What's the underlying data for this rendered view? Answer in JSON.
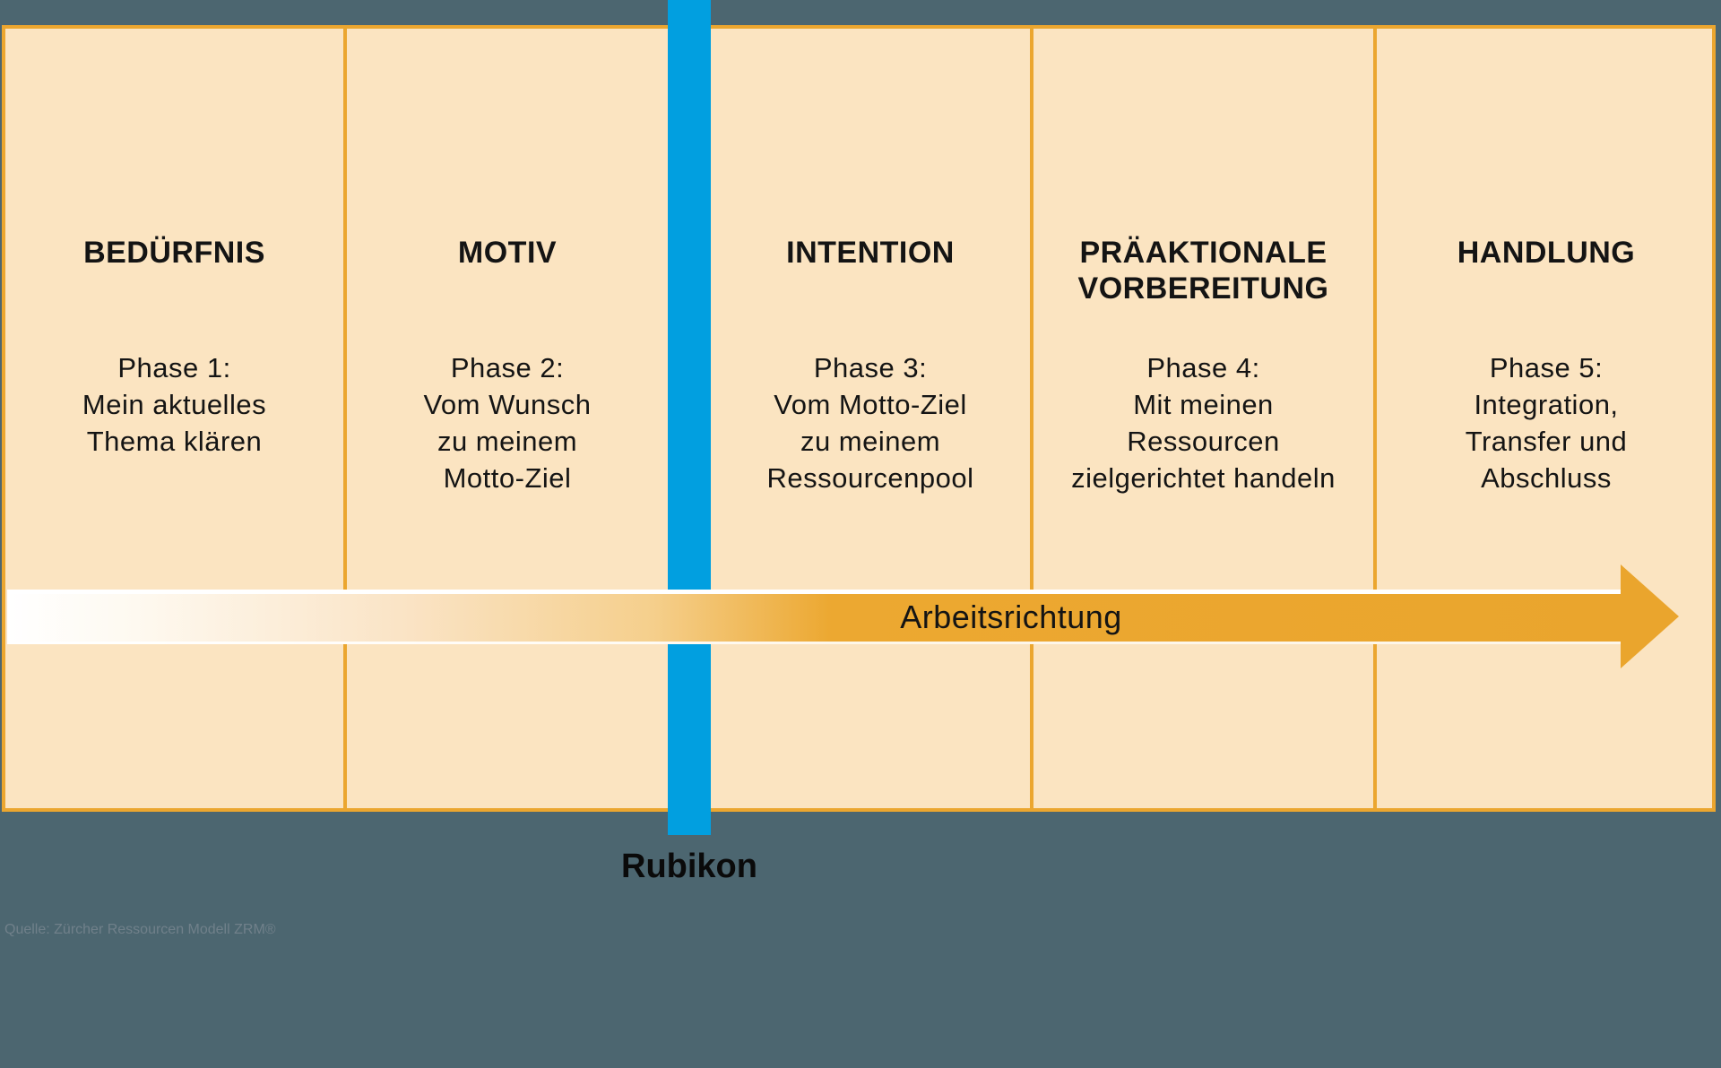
{
  "diagram": {
    "columns": [
      {
        "header": "BEDÜRFNIS",
        "phase": "Phase 1:\nMein aktuelles\nThema klären"
      },
      {
        "header": "MOTIV",
        "phase": "Phase 2:\nVom Wunsch\nzu meinem\nMotto-Ziel"
      },
      {
        "header": "INTENTION",
        "phase": "Phase 3:\nVom Motto-Ziel\nzu meinem\nRessourcenpool"
      },
      {
        "header": "PRÄAKTIONALE\nVORBEREITUNG",
        "phase": "Phase 4:\nMit meinen\nRessourcen\nzielgerichtet handeln"
      },
      {
        "header": "HANDLUNG",
        "phase": "Phase 5:\nIntegration,\nTransfer und\nAbschluss"
      }
    ],
    "arrow_label": "Arbeitsrichtung",
    "rubicon_label": "Rubikon",
    "colors": {
      "background_teal": "#4C6670",
      "panel_fill": "#FBE4C1",
      "border_orange": "#EBA62F",
      "arrow_orange": "#EAA52D",
      "rubicon_blue": "#019FE0",
      "text_black": "#141414",
      "source_gray": "#70808A"
    }
  },
  "footer": {
    "source": "Quelle: Zürcher Ressourcen Modell ZRM®"
  }
}
